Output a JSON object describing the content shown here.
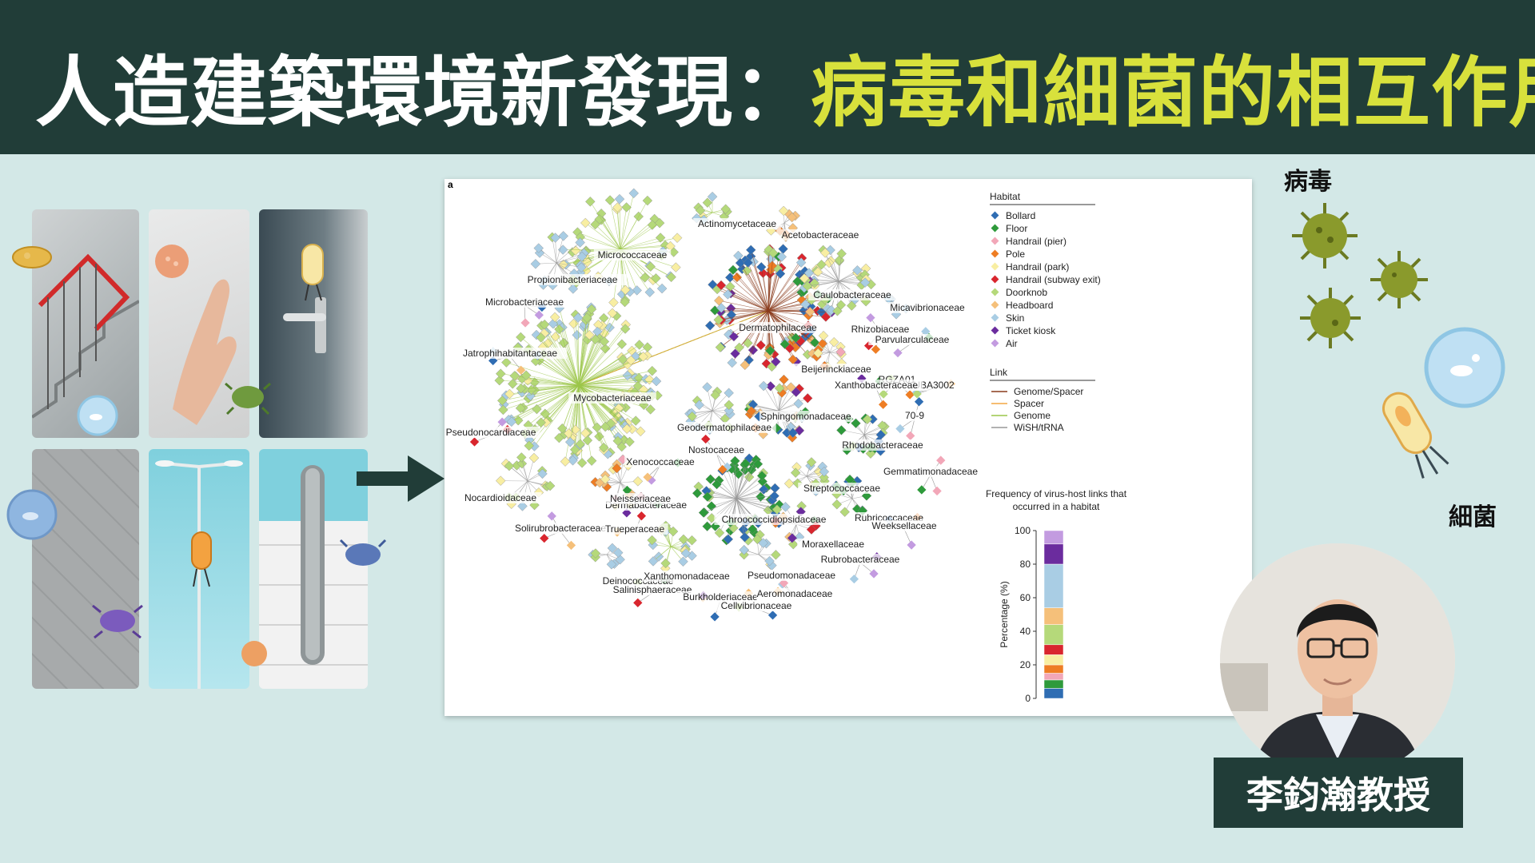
{
  "header": {
    "title_white": "人造建築環境新發現：",
    "title_yellow": "病毒和細菌的相互作用"
  },
  "side_labels": {
    "virus": "病毒",
    "bacteria": "細菌"
  },
  "professor": {
    "name": "李鈞瀚教授"
  },
  "figure": {
    "panel_label": "a",
    "habitat_legend_title": "Habitat",
    "habitats": [
      {
        "name": "Bollard",
        "color": "#2f6db3"
      },
      {
        "name": "Floor",
        "color": "#2e9a3b"
      },
      {
        "name": "Handrail (pier)",
        "color": "#f2a7b8"
      },
      {
        "name": "Pole",
        "color": "#ee7d24"
      },
      {
        "name": "Handrail (park)",
        "color": "#f8eea2"
      },
      {
        "name": "Handrail (subway exit)",
        "color": "#d9262e"
      },
      {
        "name": "Doorknob",
        "color": "#b5d97a"
      },
      {
        "name": "Headboard",
        "color": "#f5c07a"
      },
      {
        "name": "Skin",
        "color": "#a9cde4"
      },
      {
        "name": "Ticket kiosk",
        "color": "#6b2c9e"
      },
      {
        "name": "Air",
        "color": "#c39be0"
      }
    ],
    "link_legend_title": "Link",
    "links": [
      {
        "name": "Genome/Spacer",
        "color": "#8a3b1c"
      },
      {
        "name": "Spacer",
        "color": "#f4a742"
      },
      {
        "name": "Genome",
        "color": "#9cc64a"
      },
      {
        "name": "WiSH/tRNA",
        "color": "#999999"
      }
    ],
    "families": [
      "Actinomycetaceae",
      "Acetobacteraceae",
      "Micrococcaceae",
      "Propionibacteriaceae",
      "Caulobacteraceae",
      "Micavibrionaceae",
      "Microbacteriaceae",
      "Dermatophilaceae",
      "Rhizobiaceae",
      "Parvularculaceae",
      "Jatrophihabitantaceae",
      "Beijerinckiaceae",
      "Mycobacteriaceae",
      "RGZA01",
      "UBA3002",
      "Xanthobacteraceae",
      "Sphingomonadaceae",
      "Geodermatophilaceae",
      "70-9",
      "Rhodobacteraceae",
      "Pseudonocardiaceae",
      "Nostocaceae",
      "Xenococcaceae",
      "Streptococcaceae",
      "Gemmatimonadaceae",
      "Nocardioidaceae",
      "Dermabacteraceae",
      "Neisseriaceae",
      "Chroococcidiopsidaceae",
      "Rubricoccaceae",
      "Weeksellaceae",
      "Solirubrobacteraceae",
      "Trueperaceae",
      "Moraxellaceae",
      "Deinococcaceae",
      "Xanthomonadaceae",
      "Pseudomonadaceae",
      "Rubrobacteraceae",
      "Salinisphaeraceae",
      "Burkholderiaceae",
      "Aeromonadaceae",
      "Cellvibrionaceae"
    ]
  },
  "chart_data": {
    "type": "bar",
    "title": "Frequency of virus-host links that occurred in a habitat",
    "ylabel": "Percentage (%)",
    "ylim": [
      0,
      100
    ],
    "yticks": [
      "0",
      "20",
      "40",
      "60",
      "80",
      "100"
    ],
    "stack": [
      {
        "name": "Bollard",
        "value": 6,
        "color": "#2f6db3"
      },
      {
        "name": "Floor",
        "value": 5,
        "color": "#2e9a3b"
      },
      {
        "name": "Handrail (pier)",
        "value": 4,
        "color": "#f2a7b8"
      },
      {
        "name": "Pole",
        "value": 5,
        "color": "#ee7d24"
      },
      {
        "name": "Handrail (park)",
        "value": 6,
        "color": "#f8eea2"
      },
      {
        "name": "Handrail (subway exit)",
        "value": 6,
        "color": "#d9262e"
      },
      {
        "name": "Doorknob",
        "value": 12,
        "color": "#b5d97a"
      },
      {
        "name": "Headboard",
        "value": 10,
        "color": "#f5c07a"
      },
      {
        "name": "Skin",
        "value": 26,
        "color": "#a9cde4"
      },
      {
        "name": "Ticket kiosk",
        "value": 12,
        "color": "#6b2c9e"
      },
      {
        "name": "Air",
        "value": 8,
        "color": "#c39be0"
      }
    ]
  }
}
